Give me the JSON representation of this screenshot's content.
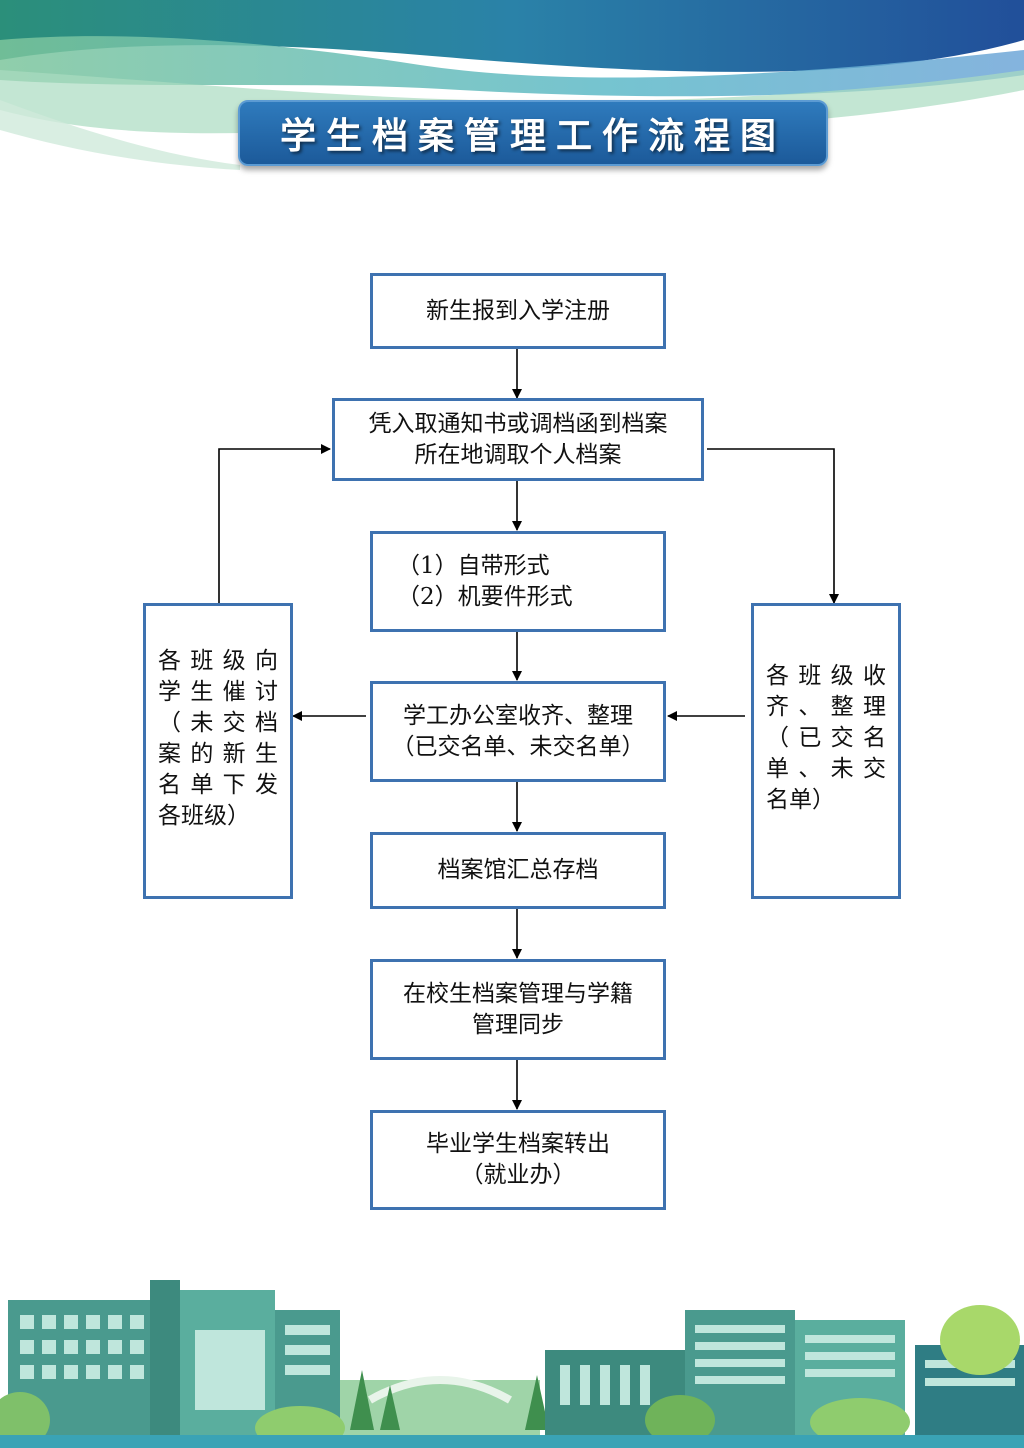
{
  "title": "学生档案管理工作流程图",
  "colors": {
    "box_border": "#3e72b0",
    "banner": "#2669ab",
    "arrow": "#000000"
  },
  "steps": {
    "s1": [
      "新生报到入学注册"
    ],
    "s2": [
      "凭入取通知书或调档函到档案",
      "所在地调取个人档案"
    ],
    "s3": [
      "（1）自带形式",
      "（2）机要件形式"
    ],
    "s4": [
      "学工办公室收齐、整理",
      "（已交名单、未交名单）"
    ],
    "s5": [
      "档案馆汇总存档"
    ],
    "s6": [
      "在校生档案管理与学籍",
      "管理同步"
    ],
    "s7": [
      "毕业学生档案转出",
      "（就业办）"
    ]
  },
  "left_box": [
    "各班级向",
    "学生催讨",
    "（未交档",
    "案的新生",
    "名单下发",
    "各班级）"
  ],
  "right_box": [
    "各班级收",
    "齐、整理",
    "（已交名",
    "单、未交",
    "名单）"
  ]
}
